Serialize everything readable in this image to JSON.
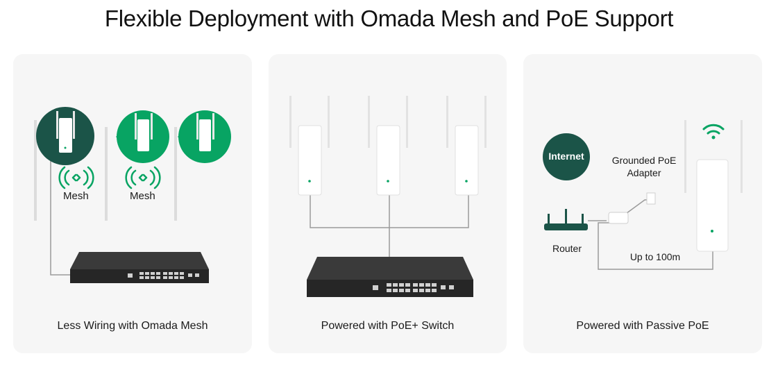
{
  "page": {
    "title": "Flexible Deployment with Omada Mesh and PoE Support"
  },
  "colors": {
    "brand_green": "#08a463",
    "dark_teal": "#1b5448",
    "card_bg": "#f6f6f6",
    "switch_black": "#2a2a2a",
    "cable_gray": "#9a9a9a"
  },
  "cards": [
    {
      "caption": "Less Wiring with Omada Mesh",
      "mesh_labels": [
        "Mesh",
        "Mesh"
      ],
      "icons": [
        "access-point-icon",
        "mesh-signal-icon",
        "omada-switch-icon"
      ]
    },
    {
      "caption": "Powered with PoE+ Switch",
      "icons": [
        "access-point-icon",
        "omada-switch-icon"
      ]
    },
    {
      "caption": "Powered with Passive PoE",
      "internet_label": "Internet",
      "adapter_label": "Grounded PoE\nAdapter",
      "router_label": "Router",
      "distance_label": "Up to 100m",
      "icons": [
        "wifi-icon",
        "router-icon",
        "poe-adapter-icon",
        "access-point-icon"
      ]
    }
  ]
}
